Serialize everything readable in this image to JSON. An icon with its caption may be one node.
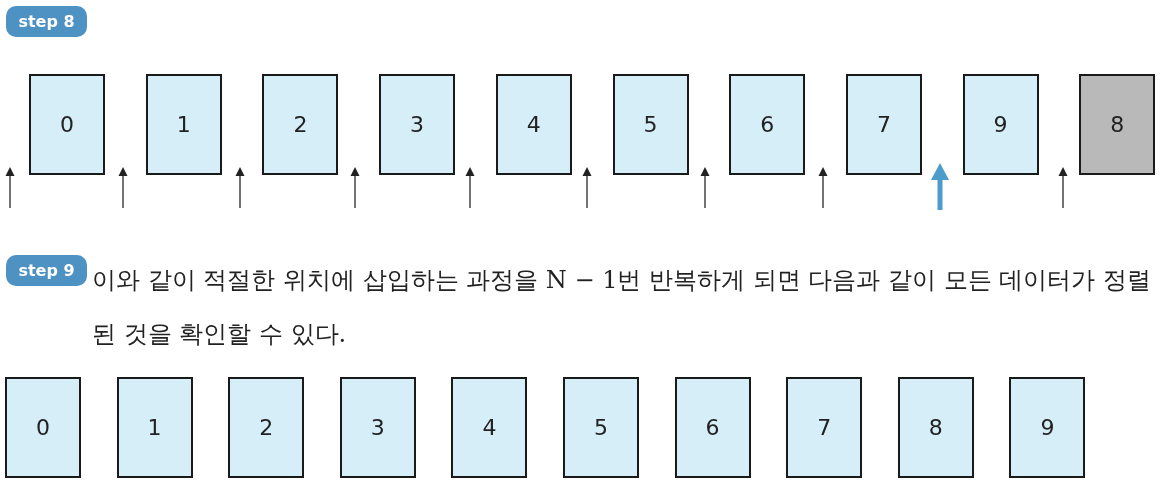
{
  "diagram": {
    "nodes": [
      {
        "text": [
          "step 8"
        ]
      },
      {
        "text": [
          "0"
        ]
      },
      {
        "text": [
          "1"
        ]
      },
      {
        "text": [
          "2"
        ]
      },
      {
        "text": [
          "3"
        ]
      },
      {
        "text": [
          "4"
        ]
      },
      {
        "text": [
          "5"
        ]
      },
      {
        "text": [
          "6"
        ]
      },
      {
        "text": [
          "7"
        ]
      },
      {
        "text": [
          "9"
        ]
      },
      {
        "text": [
          "8"
        ]
      },
      {
        "text": [
          "step 9"
        ]
      },
      {
        "text": [
          "0"
        ]
      },
      {
        "text": [
          "1"
        ]
      },
      {
        "text": [
          "2"
        ]
      },
      {
        "text": [
          "3"
        ]
      },
      {
        "text": [
          "4"
        ]
      },
      {
        "text": [
          "5"
        ]
      },
      {
        "text": [
          "6"
        ]
      },
      {
        "text": [
          "7"
        ]
      },
      {
        "text": [
          "8"
        ]
      },
      {
        "text": [
          "9"
        ]
      }
    ],
    "edges": [],
    "labels": [
      "이와 같이 적절한 위치에 삽입하는 과정을 N − 1번 반복하게 되면 다음과 같이 모든 데이터가 정렬된 것을 확인할 수 있다."
    ]
  }
}
